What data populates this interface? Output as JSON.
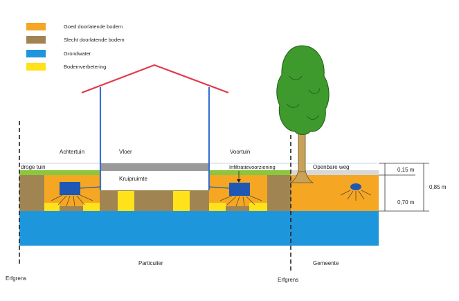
{
  "legend": {
    "items": [
      {
        "label": "Goed doorlatende bodem",
        "color": "#f5a623"
      },
      {
        "label": "Slecht doorlatende bodem",
        "color": "#a08552"
      },
      {
        "label": "Grondwater",
        "color": "#1e96dc"
      },
      {
        "label": "Bodemverbetering",
        "color": "#ffe21a"
      }
    ]
  },
  "labels": {
    "achtertuin": "Achtertuin",
    "vloer": "Vloer",
    "voortuin": "Voortuin",
    "droge_tuin": "droge tuin",
    "kruipruimte": "Kruipruimte",
    "infiltratievoorziening": "Infiltratievoorziening",
    "openbare_weg": "Openbare weg",
    "particulier": "Particulier",
    "gemeente": "Gemeente",
    "erfgrens_left": "Erfgrens",
    "erfgrens_right": "Erfgrens"
  },
  "dimensions": {
    "d1": "0,15 m",
    "d2": "0,70 m",
    "total": "0,85 m"
  },
  "colors": {
    "roof": "#e23a4a",
    "wall": "#3a6fd0",
    "floor": "#9a9a9a",
    "grass": "#8cc63f",
    "road": "#d0d0d0",
    "infiltration_box": "#1f58b4",
    "tree_foliage": "#3e9a2c",
    "tree_trunk": "#c8a258"
  }
}
